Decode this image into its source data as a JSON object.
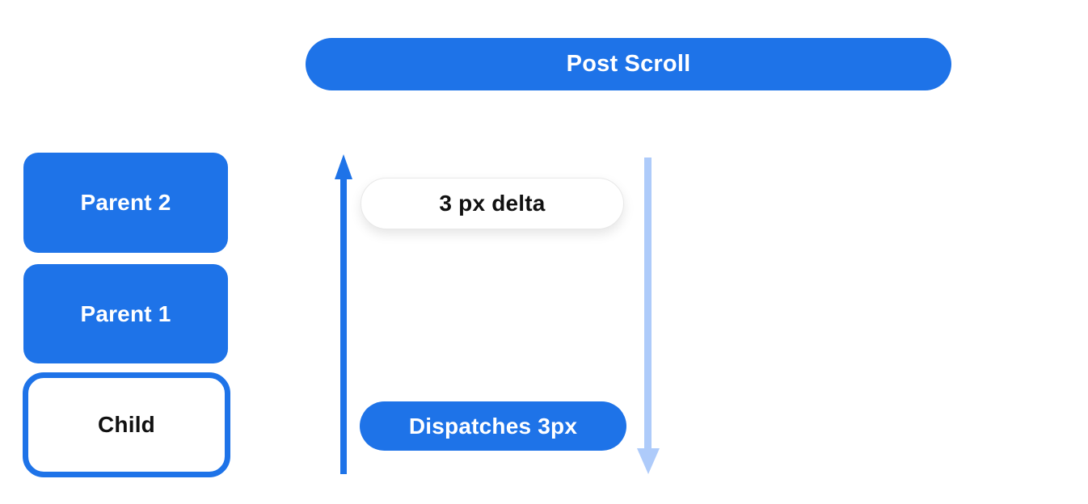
{
  "colors": {
    "primary_blue": "#1e73e8",
    "light_blue": "#aecbfa",
    "surface_white": "#ffffff",
    "text_dark": "#111111",
    "badge_border": "#e8e8e8"
  },
  "header": {
    "post_scroll_label": "Post Scroll"
  },
  "hierarchy": {
    "items": [
      {
        "id": "parent2",
        "label": "Parent 2",
        "style": "filled"
      },
      {
        "id": "parent1",
        "label": "Parent 1",
        "style": "filled"
      },
      {
        "id": "child",
        "label": "Child",
        "style": "outlined"
      }
    ]
  },
  "flow": {
    "delta_badge_label": "3 px delta",
    "dispatch_badge_label": "Dispatches 3px",
    "up_arrow_icon": "arrow-up",
    "down_arrow_icon": "arrow-down"
  }
}
